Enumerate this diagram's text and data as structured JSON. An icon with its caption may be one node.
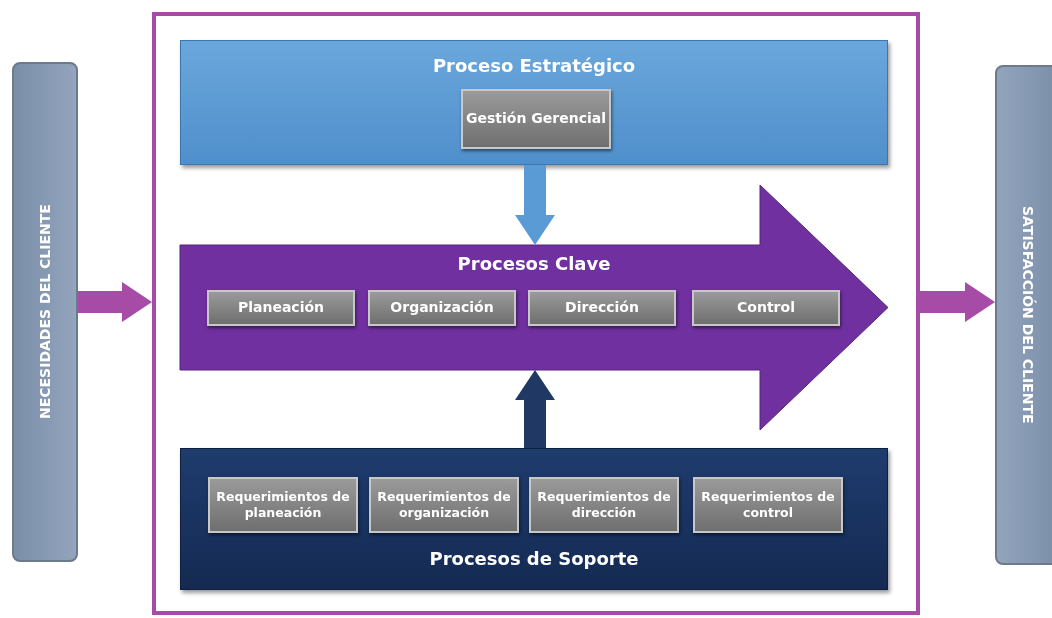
{
  "diagram": {
    "nodes": [
      {
        "text": [
          "NECESIDADES DEL CLIENTE"
        ]
      },
      {
        "text": [],
        "shape": "box"
      },
      {
        "text": [
          "Proceso Estratégico"
        ],
        "in": 1
      },
      {
        "text": [
          "Gestión Gerencial"
        ],
        "in": 2
      },
      {
        "text": [
          "Procesos Clave"
        ],
        "in": 1
      },
      {
        "text": [
          "Planeación"
        ],
        "in": 4
      },
      {
        "text": [
          "Organización"
        ],
        "in": 4
      },
      {
        "text": [
          "Dirección"
        ],
        "in": 4
      },
      {
        "text": [
          "Control"
        ],
        "in": 4
      },
      {
        "text": [
          "Procesos de Soporte"
        ],
        "in": 1
      },
      {
        "text": [
          "Requerimientos de planeación"
        ],
        "in": 9
      },
      {
        "text": [
          "Requerimientos de organización"
        ],
        "in": 9
      },
      {
        "text": [
          "Requerimientos de dirección"
        ],
        "in": 9
      },
      {
        "text": [
          "Requerimientos de control"
        ],
        "in": 9
      },
      {
        "text": [
          "SATISFACCIÓN DEL CLIENTE"
        ]
      }
    ],
    "edges": [
      {
        "from": 0,
        "to": 1,
        "arrow": "to",
        "color": "#a64ca6"
      },
      {
        "from": 2,
        "to": 4,
        "arrow": "to",
        "color": "#5b9bd5"
      },
      {
        "from": 9,
        "to": 4,
        "arrow": "to",
        "color": "#1f3864"
      },
      {
        "from": 1,
        "to": 14,
        "arrow": "to",
        "color": "#a64ca6"
      }
    ]
  }
}
